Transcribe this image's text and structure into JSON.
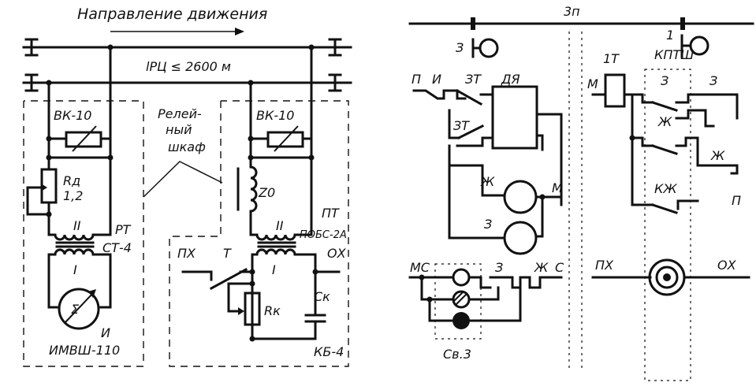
{
  "left": {
    "direction_label": "Направление движения",
    "length_label": "lРЦ ≤ 2600 м",
    "relay_cabinet": [
      "Релей-",
      "ный",
      "шкаф"
    ],
    "vk_left": "ВК-10",
    "rd": "Rд",
    "rd_num": "1,2",
    "winding_ii_left": "II",
    "winding_i_left": "I",
    "rt": "РТ",
    "st4": "СТ-4",
    "relay_i": "И",
    "imvsh": "ИМВШ-110",
    "vk_right": "ВК-10",
    "z0": "Z0",
    "winding_ii_right": "II",
    "winding_i_right": "I",
    "pt": "ПТ",
    "pobs": "ПОБС-2А",
    "px": "ПХ",
    "t": "Т",
    "ox": "ОХ",
    "rk": "Rк",
    "ck": "Cк",
    "kb4": "КБ-4"
  },
  "right": {
    "bus_label": "3п",
    "z_top": "З",
    "p": "П",
    "i": "И",
    "zt1": "ЗТ",
    "dya": "ДЯ",
    "zt2": "ЗТ",
    "zh_lamp": "Ж",
    "m1": "М",
    "z_lamp": "З",
    "ms": "МС",
    "z2": "З",
    "zh2": "Ж",
    "c": "С",
    "sv3": "Св.3",
    "num1": "1",
    "t1": "1Т",
    "kptsh": "КПТШ",
    "m2": "М",
    "z3": "З",
    "z4": "З",
    "zh3": "Ж",
    "zh4": "Ж",
    "kzh": "КЖ",
    "p2": "П",
    "px2": "ПХ",
    "ox2": "ОХ"
  }
}
